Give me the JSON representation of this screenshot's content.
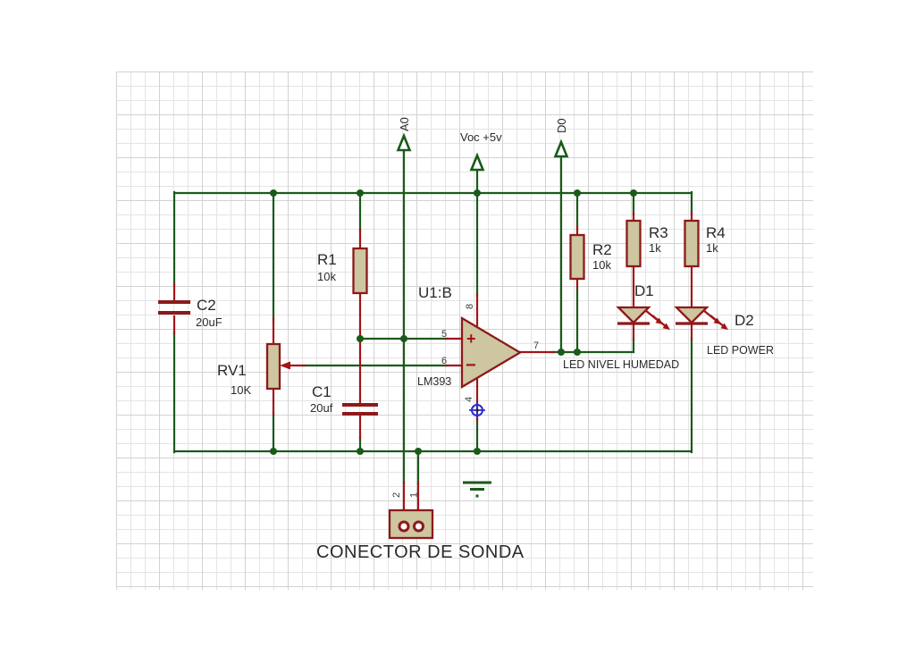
{
  "colors": {
    "background": "#ffffff",
    "grid_minor": "#e4e4e4",
    "grid_major": "#d2d2d2",
    "wire_green": "#1a5a1a",
    "pin_red": "#a21418",
    "component_outline": "#8c1a1a",
    "component_fill": "#cdc6a0",
    "label_text": "#2a2a2a",
    "pin_number_text": "#3a3a3a",
    "origin_blue": "#2b2bcc"
  },
  "terminals": {
    "a0": {
      "label": "A0"
    },
    "vcc": {
      "label": "Voc +5v"
    },
    "d0": {
      "label": "D0"
    }
  },
  "components": {
    "c2": {
      "ref": "C2",
      "value": "20uF"
    },
    "r1": {
      "ref": "R1",
      "value": "10k"
    },
    "rv1": {
      "ref": "RV1",
      "value": "10K"
    },
    "c1": {
      "ref": "C1",
      "value": "20uf"
    },
    "opamp": {
      "ref": "U1:B",
      "part": "LM393",
      "plus": "+",
      "minus": "−"
    },
    "r2": {
      "ref": "R2",
      "value": "10k"
    },
    "r3": {
      "ref": "R3",
      "value": "1k"
    },
    "r4": {
      "ref": "R4",
      "value": "1k"
    },
    "d1": {
      "ref": "D1",
      "annotation": "LED NIVEL HUMEDAD"
    },
    "d2": {
      "ref": "D2",
      "annotation": "LED POWER"
    },
    "probe_connector": {
      "label": "CONECTOR DE SONDA"
    }
  },
  "pin_numbers": {
    "noninverting": "5",
    "inverting": "6",
    "output": "7",
    "vplus": "8",
    "vminus": "4",
    "connector_left": "2",
    "connector_right": "1"
  }
}
